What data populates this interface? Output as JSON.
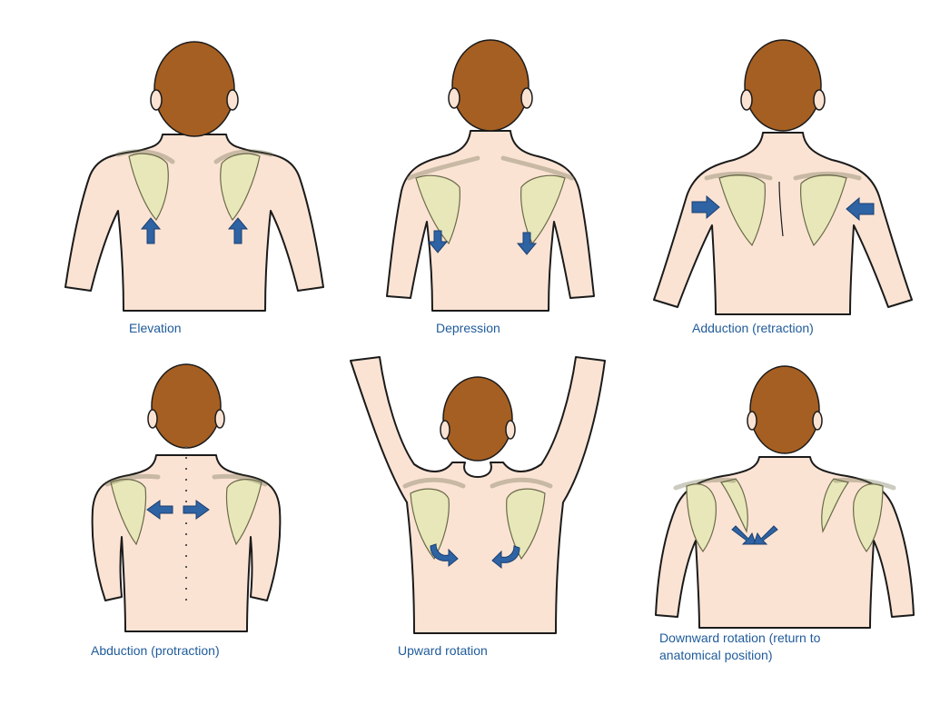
{
  "colors": {
    "skin": "#fbe3d4",
    "hair": "#a65f22",
    "bone": "#e8e7b9",
    "arrow": "#2e63a4",
    "outline": "#1b1b1b",
    "caption": "#1f5b9a"
  },
  "panels": [
    {
      "caption": "Elevation",
      "arrow_icon": "arrow-up-icon"
    },
    {
      "caption": "Depression",
      "arrow_icon": "arrow-down-icon"
    },
    {
      "caption": "Adduction (retraction)",
      "arrow_icon": "arrow-inward-icon"
    },
    {
      "caption": "Abduction (protraction)",
      "arrow_icon": "arrow-outward-icon"
    },
    {
      "caption": "Upward rotation",
      "arrow_icon": "curved-arrow-icon"
    },
    {
      "caption": "Downward rotation (return to\nanatomical position)",
      "arrow_icon": "curved-arrow-icon"
    }
  ]
}
